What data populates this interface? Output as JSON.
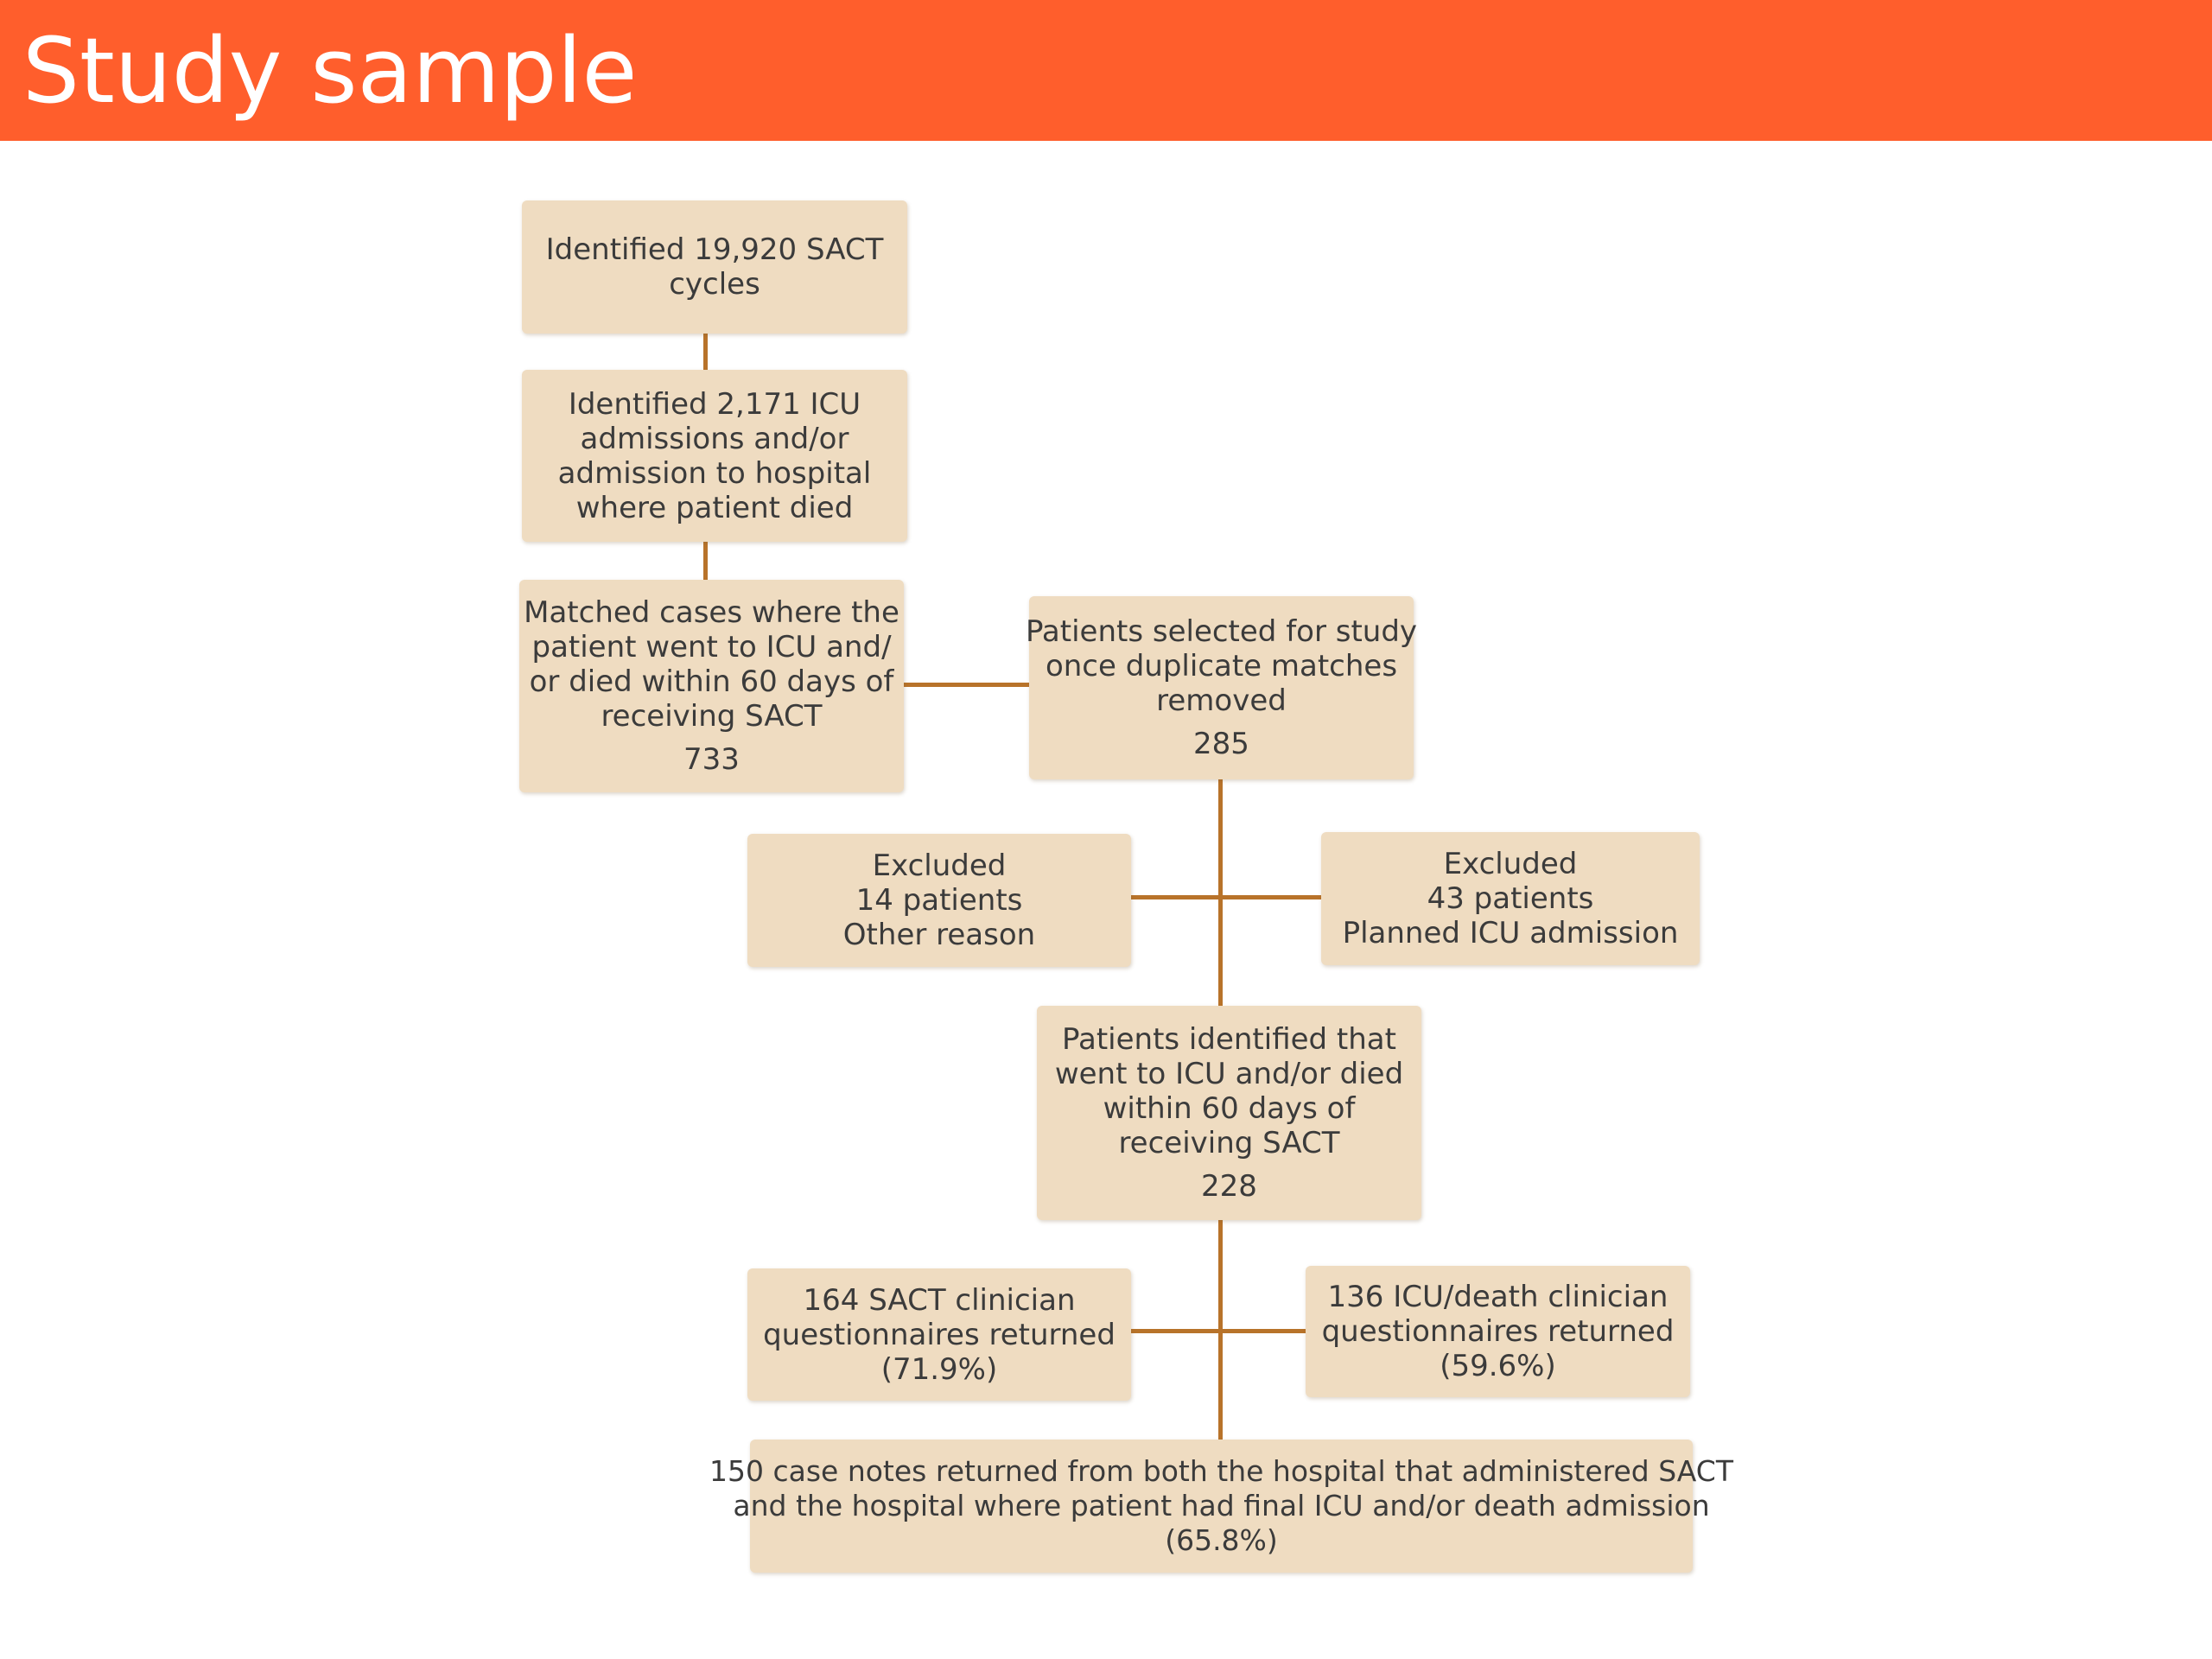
{
  "header": {
    "title": "Study sample"
  },
  "colors": {
    "header_background": "#ff5e2c",
    "box_fill": "#efdcc1",
    "connector": "#b8732a"
  },
  "flowchart": {
    "identified_cycles": {
      "lines": [
        "Identified 19,920 SACT",
        "cycles"
      ]
    },
    "identified_admissions": {
      "lines": [
        "Identified 2,171 ICU",
        "admissions and/or",
        "admission to hospital",
        "where patient died"
      ]
    },
    "matched_cases": {
      "lines": [
        "Matched cases where the",
        "patient went to ICU and/",
        "or died within 60 days of",
        "receiving SACT"
      ],
      "count": "733"
    },
    "selected_for_study": {
      "lines": [
        "Patients selected for study",
        "once duplicate matches",
        "removed"
      ],
      "count": "285"
    },
    "excluded_other": {
      "lines": [
        "Excluded",
        "14 patients",
        "Other reason"
      ]
    },
    "excluded_planned_icu": {
      "lines": [
        "Excluded",
        "43 patients",
        "Planned ICU admission"
      ]
    },
    "identified_patients": {
      "lines": [
        "Patients identified that",
        "went to ICU and/or died",
        "within 60 days of",
        "receiving SACT"
      ],
      "count": "228"
    },
    "sact_questionnaires": {
      "lines": [
        "164 SACT clinician",
        "questionnaires returned",
        "(71.9%)"
      ]
    },
    "icu_questionnaires": {
      "lines": [
        "136 ICU/death clinician",
        "questionnaires returned",
        "(59.6%)"
      ]
    },
    "case_notes": {
      "lines": [
        "150 case notes returned from both the hospital that administered SACT",
        "and the hospital where patient had final ICU and/or death admission",
        "(65.8%)"
      ]
    }
  }
}
